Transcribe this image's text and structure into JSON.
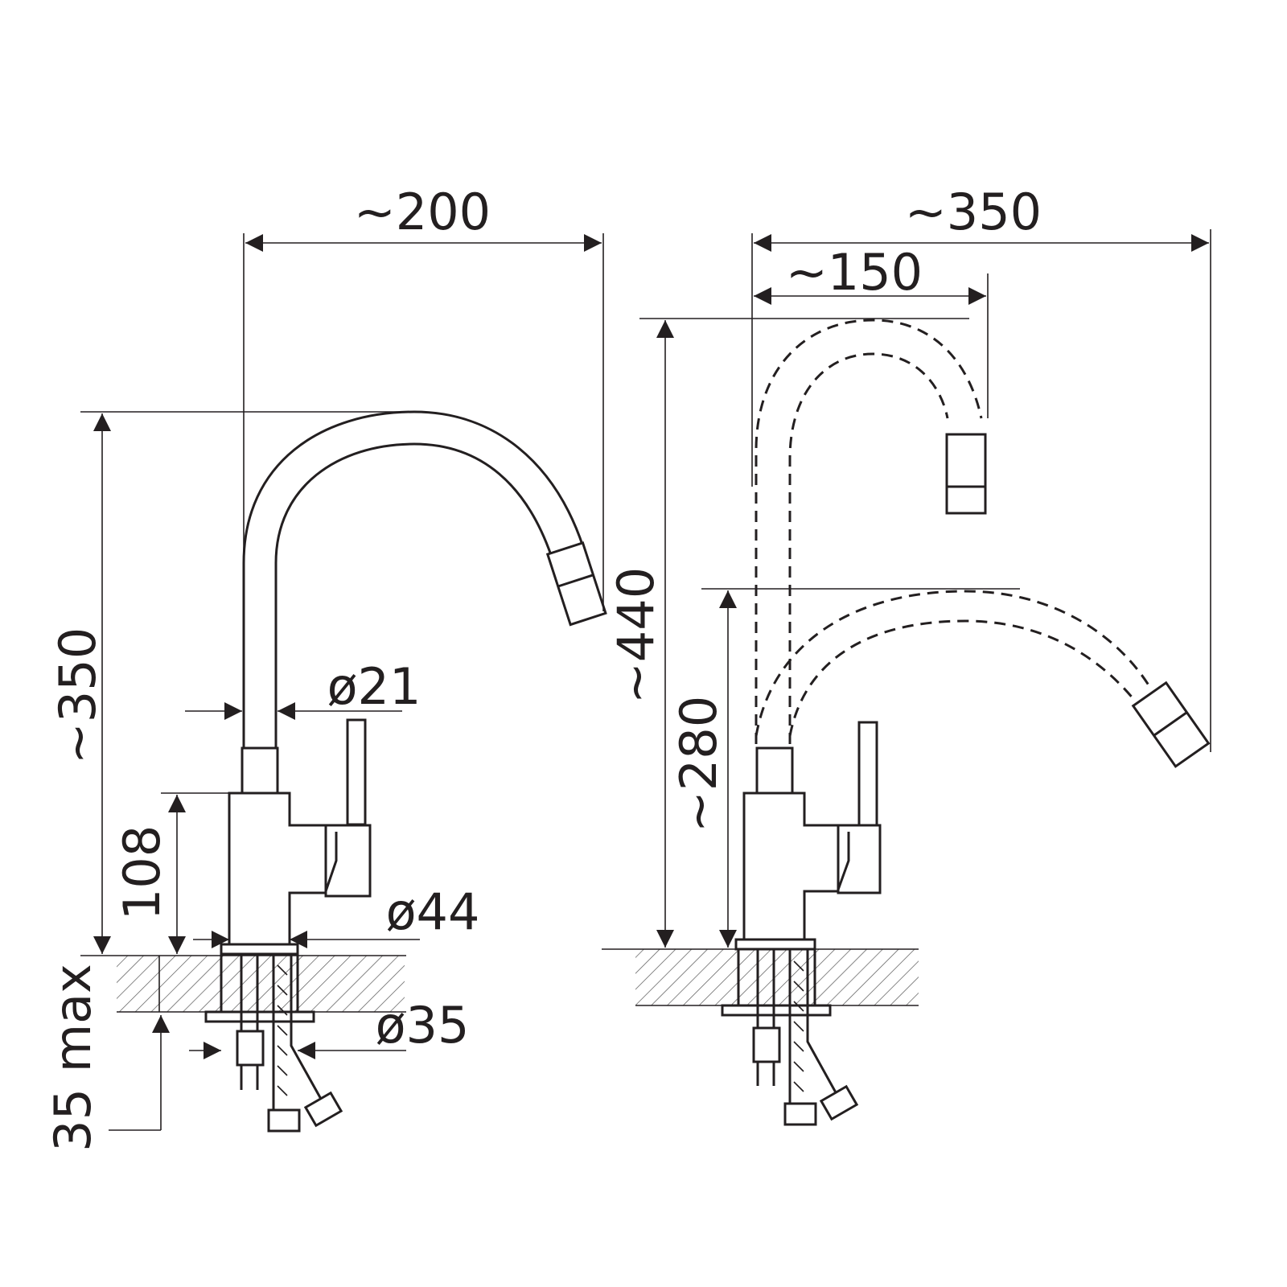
{
  "title": "Kitchen faucet dimension drawing",
  "left_view": {
    "width_label": "~200",
    "height_label": "~350",
    "body_height_label": "108",
    "spout_diameter_label": "ø21",
    "base_diameter_label": "ø44",
    "thread_diameter_label": "ø35",
    "counter_thickness_label": "35 max"
  },
  "right_view": {
    "reach_label": "~350",
    "short_reach_label": "~150",
    "height_raised_label": "~440",
    "height_lowered_label": "~280"
  }
}
